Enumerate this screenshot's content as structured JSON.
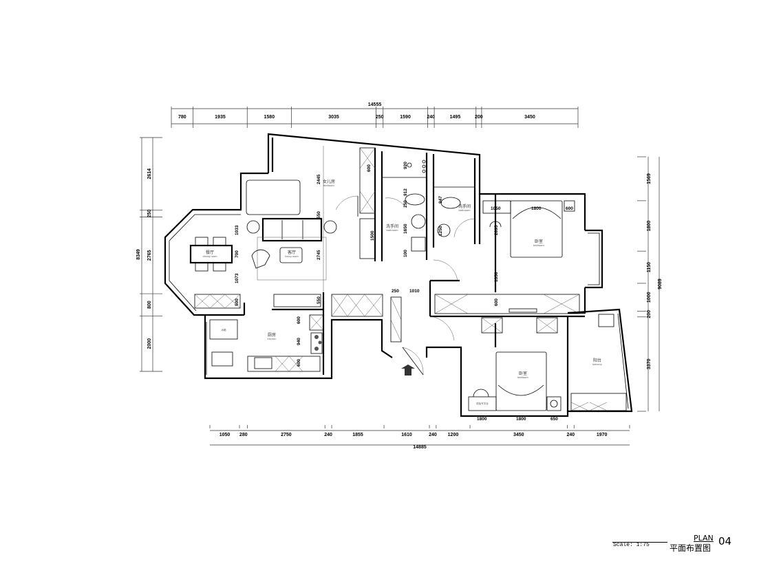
{
  "dimensions": {
    "top": {
      "total": "14555",
      "segments": [
        "780",
        "1935",
        "1580",
        "3035",
        "250",
        "1590",
        "240",
        "1495",
        "200",
        "3450"
      ]
    },
    "bottom": {
      "total": "14885",
      "segments": [
        "1050",
        "280",
        "2750",
        "240",
        "1855",
        "1610",
        "240",
        "1200",
        "3450",
        "240",
        "1970"
      ]
    },
    "left": {
      "total": "8349",
      "segments": [
        "2614",
        "250",
        "2765",
        "800",
        "2000"
      ]
    },
    "right": {
      "total": "9089",
      "segments": [
        "1569",
        "1800",
        "1150",
        "1000",
        "200",
        "3370"
      ]
    }
  },
  "rooms": {
    "daughter_room": {
      "cn": "女儿房",
      "en": "bedroom"
    },
    "living": {
      "cn": "客厅",
      "en": "living room"
    },
    "dining": {
      "cn": "餐厅",
      "en": "dining room"
    },
    "kitchen": {
      "cn": "厨房",
      "en": "kitchen"
    },
    "bath1": {
      "cn": "洗手间",
      "en": "bathroom"
    },
    "bath2": {
      "cn": "洗手间",
      "en": "bathroom"
    },
    "master": {
      "cn": "卧室",
      "en": "bedroom"
    },
    "bedroom2": {
      "cn": "卧室",
      "en": "bedroom"
    },
    "balcony": {
      "cn": "阳台",
      "en": "balcony"
    }
  },
  "fixtures": {
    "fridge": "冰箱",
    "desk": "梳妆写字台"
  },
  "inner_dims": {
    "d2445": "2445",
    "d550a": "550",
    "d2745": "2745",
    "d1033": "1033",
    "d700": "700",
    "d1073": "1073",
    "d500": "500",
    "d550b": "550",
    "k600a": "600",
    "k940": "940",
    "k600b": "600",
    "e250": "250",
    "e1010": "1010",
    "c600": "600",
    "c1500": "1500",
    "b920": "920",
    "b912": "912",
    "b250": "250",
    "b1650": "1650",
    "b100": "100",
    "b947": "947",
    "b1250": "1250",
    "m1050": "1050",
    "m1800": "1800",
    "m600": "600",
    "m2095": "2095",
    "m1350": "1350",
    "m600b": "600",
    "s1800a": "1800",
    "s1800b": "1800",
    "s650": "650"
  },
  "title_block": {
    "scale": "Scale: 1:75",
    "plan": "PLAN",
    "plan_cn": "平面布置图",
    "number": "04"
  }
}
